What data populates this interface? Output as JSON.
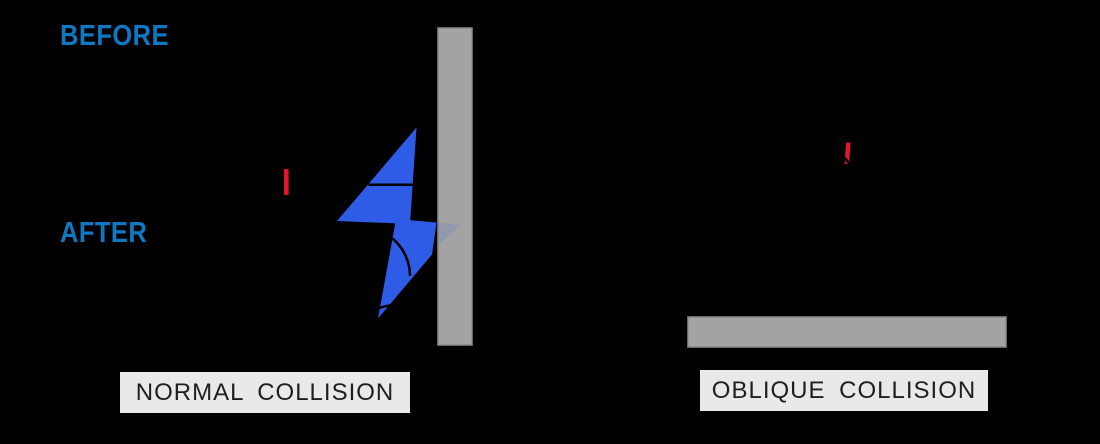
{
  "row_labels": {
    "before": "BEFORE",
    "after": "AFTER"
  },
  "diagrams": {
    "normal": {
      "caption": "NORMAL COLLISION"
    },
    "oblique": {
      "caption": "OBLIQUE COLLISION"
    }
  },
  "icons": {
    "collision_flash": "lightning-bolt-impact-flash",
    "left_tick": "equal-speed-tick",
    "right_tick": "equal-speed-tick"
  },
  "colors": {
    "background": "#000000",
    "label_blue": "#0f78c3",
    "flash_blue": "#2e5ce6",
    "flash_overlap_tint": "rgba(45,91,230,0.14)",
    "surface_gray": "#a3a3a3",
    "surface_edge": "#8a8a8a",
    "tick_red": "#e1152b",
    "caption_box_fill": "#e9e9e9",
    "caption_text": "#1f1f1f",
    "annotation_black": "#000000"
  }
}
